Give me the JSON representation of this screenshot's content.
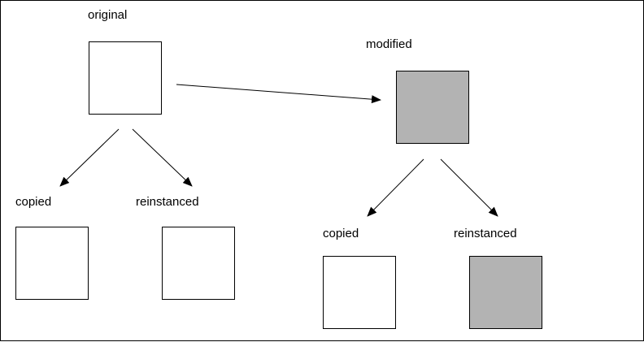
{
  "labels": {
    "original": "original",
    "modified": "modified",
    "copied_left": "copied",
    "reinstanced_left": "reinstanced",
    "copied_right": "copied",
    "reinstanced_right": "reinstanced"
  },
  "colors": {
    "plain_box": "#ffffff",
    "modified_box": "#b3b3b3",
    "stroke": "#000000"
  }
}
